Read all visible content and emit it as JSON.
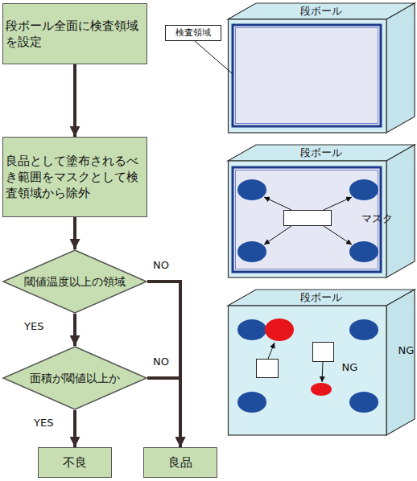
{
  "diagram": {
    "nodes": [
      {
        "text": [
          "段ボール全面に検査領域を設定"
        ]
      },
      {
        "text": [
          "良品として塗布されるべき範囲をマスクとして検査領域から除外"
        ]
      },
      {
        "text": [
          "閾値温度以上の領域"
        ]
      },
      {
        "text": [
          "面積が閾値以上か"
        ]
      },
      {
        "text": [
          "不良"
        ]
      },
      {
        "text": [
          "良品"
        ]
      },
      {
        "text": [
          "段ボール"
        ]
      },
      {
        "text": [
          "検査領域"
        ]
      },
      {
        "text": [
          "段ボール"
        ]
      },
      {
        "text": [
          "マスク"
        ],
        "in": 8
      },
      {
        "text": [
          "段ボール"
        ]
      },
      {
        "text": [
          "NG"
        ],
        "in": 10
      },
      {
        "text": [
          "NG"
        ],
        "in": 10
      }
    ],
    "edges": [
      {
        "from": 0,
        "to": 1,
        "arrow": "to"
      },
      {
        "from": 1,
        "to": 2,
        "arrow": "to"
      },
      {
        "from": 2,
        "to": 3,
        "arrow": "to",
        "label": "YES"
      },
      {
        "from": 2,
        "to": 5,
        "arrow": "to",
        "label": "NO"
      },
      {
        "from": 3,
        "to": 4,
        "arrow": "to",
        "label": "YES"
      },
      {
        "from": 3,
        "to": 5,
        "arrow": "to",
        "label": "NO"
      }
    ]
  }
}
